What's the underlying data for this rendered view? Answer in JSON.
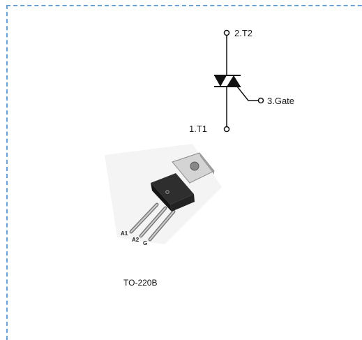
{
  "symbol": {
    "t2_label": "2.T2",
    "gate_label": "3.Gate",
    "t1_label": "1.T1"
  },
  "package": {
    "pin_labels": [
      "A1",
      "A2",
      "G"
    ],
    "caption": "TO-220B"
  }
}
